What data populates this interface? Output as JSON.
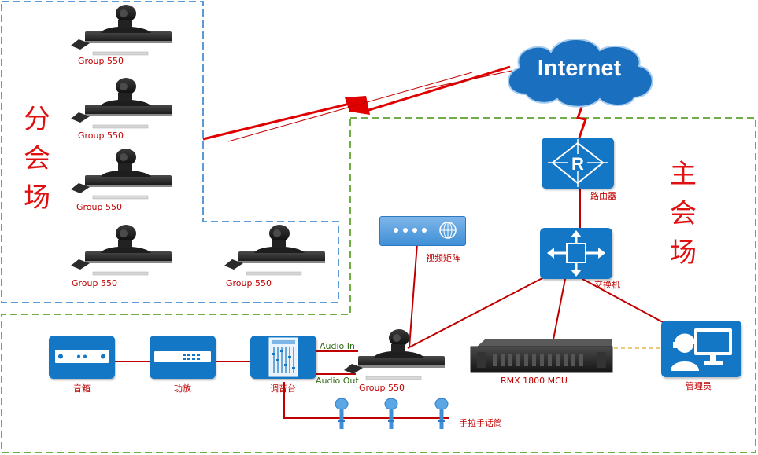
{
  "regions": {
    "branch_title": [
      "分",
      "会",
      "场"
    ],
    "main_title": [
      "主",
      "会",
      "场"
    ]
  },
  "internet": {
    "label": "Internet"
  },
  "branch_devices": [
    {
      "label": "Group 550"
    },
    {
      "label": "Group 550"
    },
    {
      "label": "Group 550"
    },
    {
      "label": "Group 550"
    },
    {
      "label": "Group 550"
    }
  ],
  "main_devices": {
    "router": "路由器",
    "switch": "交换机",
    "video_matrix": "视频矩阵",
    "speaker": "音箱",
    "amplifier": "功放",
    "mixer": "调音台",
    "codec": "Group 550",
    "mcu": "RMX 1800 MCU",
    "admin": "管理员",
    "mics": "手拉手话筒"
  },
  "links": {
    "audio_in": "Audio In",
    "audio_out": "Audio Out"
  },
  "colors": {
    "device_blue": "#1477c6",
    "branch_border": "#5b9bd5",
    "main_border": "#70ad47",
    "link_red": "#c00000",
    "label_red": "#c00000",
    "title_red": "#e01010"
  }
}
